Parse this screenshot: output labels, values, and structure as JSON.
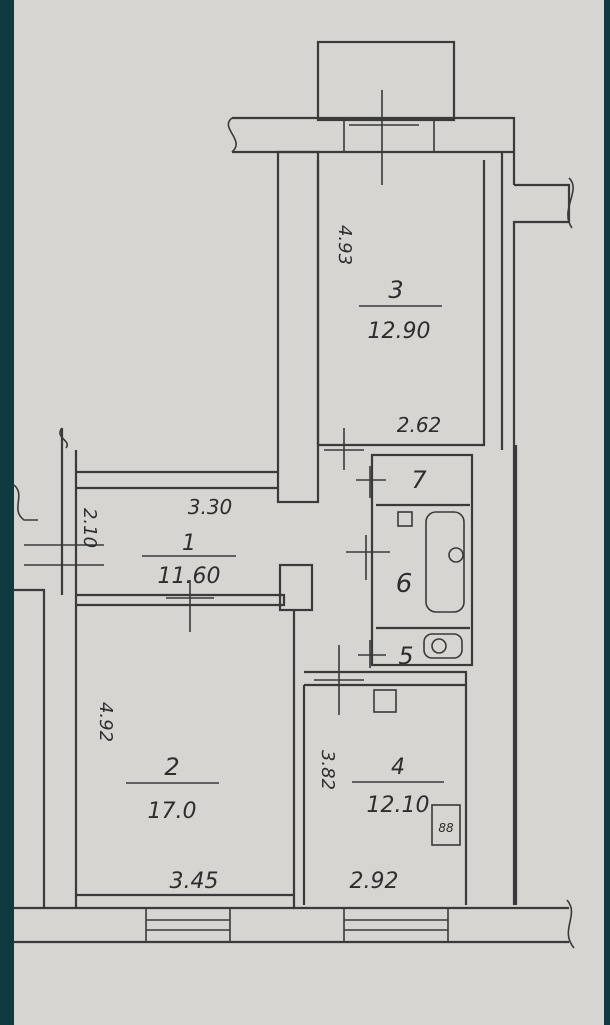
{
  "rooms": [
    {
      "number": "1",
      "area": "11.60"
    },
    {
      "number": "2",
      "area": "17.0"
    },
    {
      "number": "3",
      "area": "12.90"
    },
    {
      "number": "4",
      "area": "12.10"
    },
    {
      "number": "5",
      "area": ""
    },
    {
      "number": "6",
      "area": ""
    },
    {
      "number": "7",
      "area": ""
    }
  ],
  "dimensions": {
    "room1_width": "3.30",
    "room1_depth": "2.10",
    "room2_width": "3.45",
    "room2_depth": "4.92",
    "room3_width": "2.62",
    "room3_depth": "4.93",
    "room4_width": "2.92",
    "room4_depth": "3.82"
  },
  "stove_label": "88"
}
